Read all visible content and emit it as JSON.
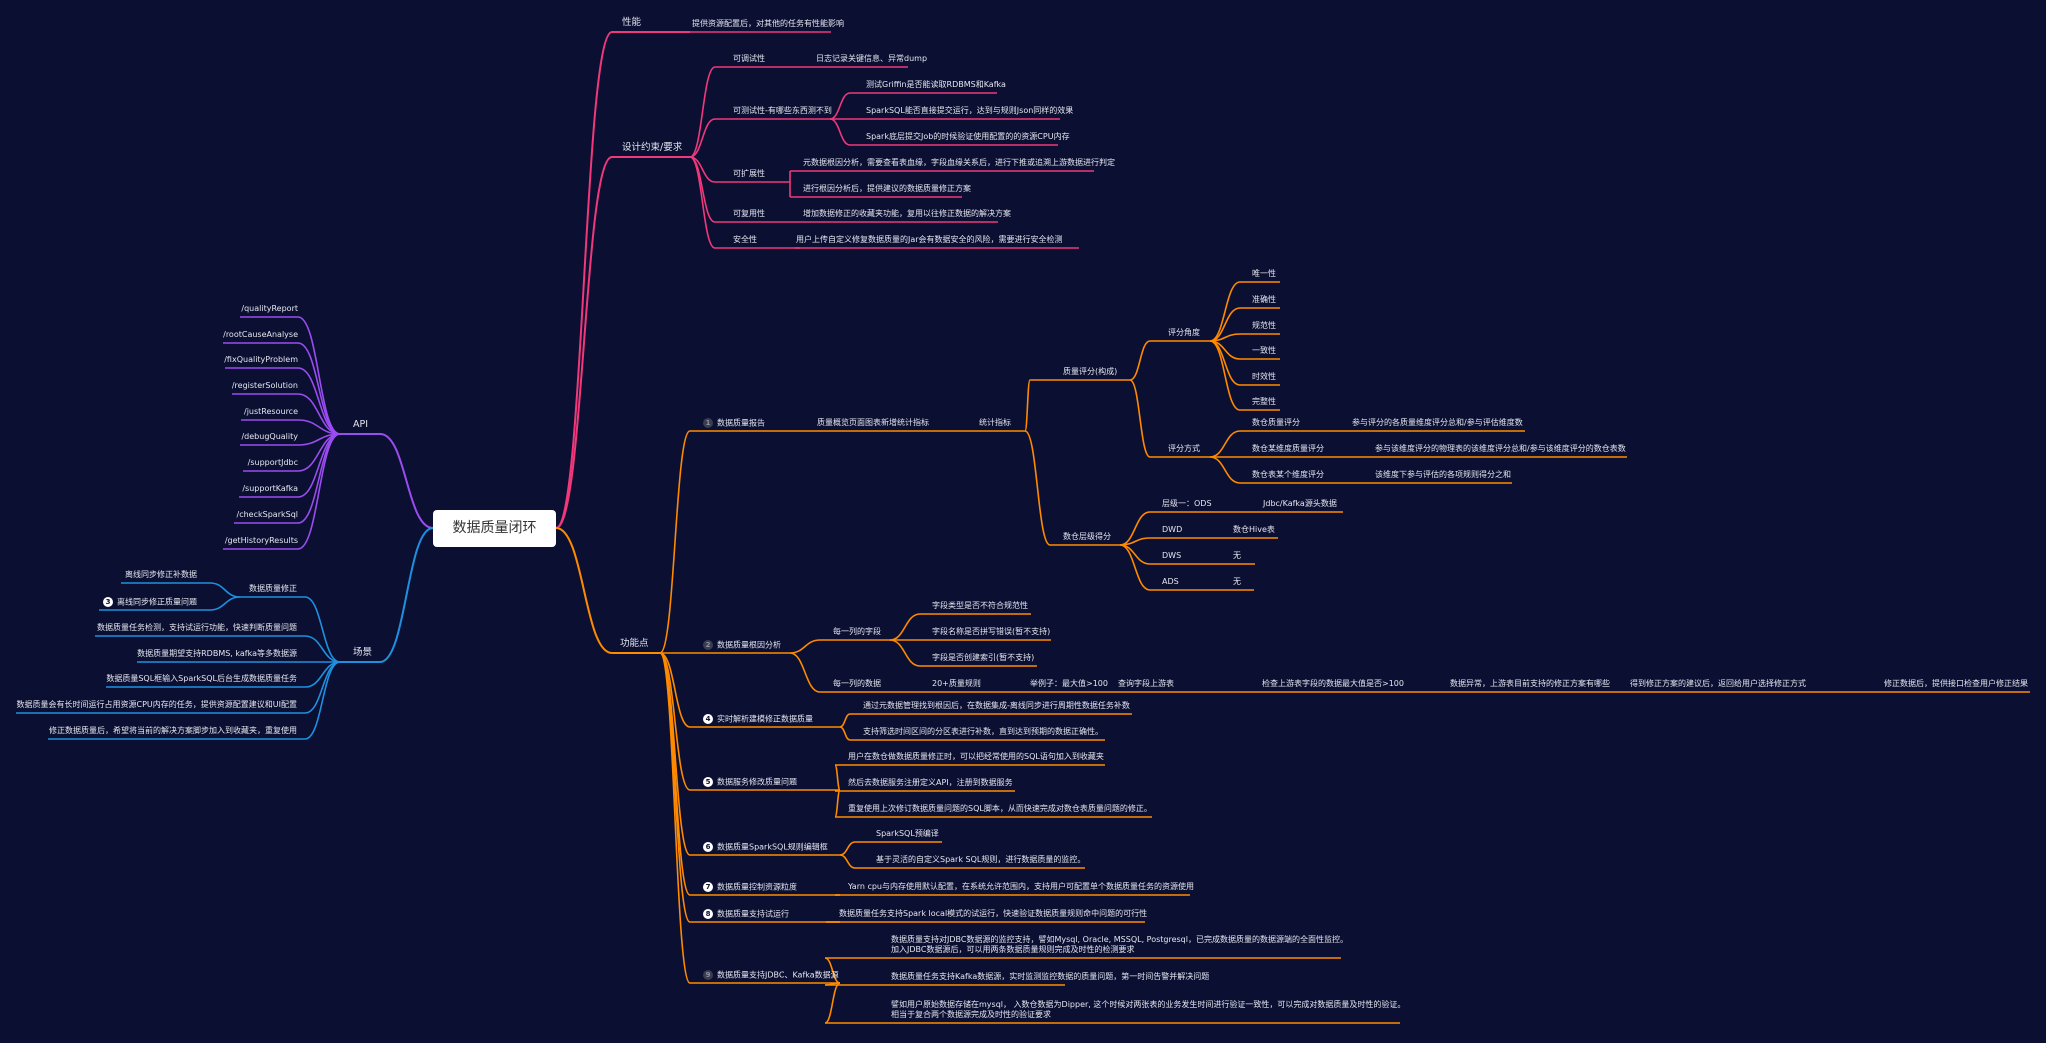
{
  "root": {
    "label": "数据质量闭环"
  },
  "colors": {
    "background": "#0b1033",
    "performance_branch": "#f0387a",
    "design_branch": "#f0387a",
    "api_branch": "#9b4cf0",
    "scenario_branch": "#1e90e0",
    "feature_branch": "#ff8a00"
  },
  "branches": {
    "performance": {
      "label": "性能",
      "children": [
        "提供资源配置后，对其他的任务有性能影响"
      ]
    },
    "design": {
      "label": "设计约束/要求",
      "debuggability": {
        "label": "可调试性",
        "detail": "日志记录关键信息、异常dump"
      },
      "testability": {
        "label": "可测试性-有哪些东西测不到",
        "items": [
          "测试Griffin是否能读取RDBMS和Kafka",
          "SparkSQL能否直接提交运行，达到与规则Json同样的效果",
          "Spark底层提交Job的时候验证使用配置的的资源CPU内存"
        ]
      },
      "extensibility": {
        "label": "可扩展性",
        "items": [
          "元数据根因分析，需要查看表血缘，字段血缘关系后，进行下推或追溯上游数据进行判定",
          "进行根因分析后，提供建议的数据质量修正方案"
        ]
      },
      "reusability": {
        "label": "可复用性",
        "detail": "增加数据修正的收藏夹功能，复用以往修正数据的解决方案"
      },
      "security": {
        "label": "安全性",
        "detail": "用户上传自定义修复数据质量的Jar会有数据安全的风险，需要进行安全检测"
      }
    },
    "api": {
      "label": "API",
      "items": [
        "/qualityReport",
        "/rootCauseAnalyse",
        "/fixQualityProblem",
        "/registerSolution",
        "/justResource",
        "/debugQuality",
        "/supportJdbc",
        "/supportKafka",
        "/checkSparkSql",
        "/getHistoryResults"
      ]
    },
    "scenario": {
      "label": "场景",
      "fix": {
        "label": "数据质量修正",
        "items": [
          "离线同步修正补数据",
          "离线同步修正质量问题"
        ],
        "badge": "3"
      },
      "items": [
        "数据质量任务检测，支持试运行功能，快速判断质量问题",
        "数据质量期望支持RDBMS, kafka等多数据源",
        "数据质量SQL框输入SparkSQL后台生成数据质量任务",
        "数据质量会有长时间运行占用资源CPU内存的任务，提供资源配置建议和UI配置",
        "修正数据质量后，希望将当前的解决方案脚步加入到收藏夹，重复使用"
      ]
    },
    "features": {
      "label": "功能点",
      "report": {
        "badge": "1",
        "label": "数据质量报告",
        "overview": "质量概览页面图表新增统计指标",
        "stats": "统计指标",
        "quality_score": {
          "label": "质量评分(构成)",
          "angles": {
            "label": "评分角度",
            "items": [
              "唯一性",
              "准确性",
              "规范性",
              "一致性",
              "时效性",
              "完整性"
            ]
          },
          "methods": {
            "label": "评分方式",
            "items": [
              {
                "name": "数仓质量评分",
                "desc": "参与评分的各质量维度评分总和/参与评估维度数"
              },
              {
                "name": "数仓某维度质量评分",
                "desc": "参与该维度评分的物理表的该维度评分总和/参与该维度评分的数仓表数"
              },
              {
                "name": "数仓表某个维度评分",
                "desc": "该维度下参与评估的各项规则得分之和"
              }
            ]
          }
        },
        "layer_score": {
          "label": "数仓层级得分",
          "items": [
            {
              "name": "层级一：ODS",
              "desc": "Jdbc/Kafka源头数据"
            },
            {
              "name": "DWD",
              "desc": "数仓Hive表"
            },
            {
              "name": "DWS",
              "desc": "无"
            },
            {
              "name": "ADS",
              "desc": "无"
            }
          ]
        }
      },
      "root_cause": {
        "badge": "2",
        "label": "数据质量根因分析",
        "fields": {
          "label": "每一列的字段",
          "items": [
            "字段类型是否不符合规范性",
            "字段名称是否拼写错误(暂不支持)",
            "字段是否创建索引(暂不支持)"
          ]
        },
        "data": {
          "label": "每一列的数据",
          "chain": [
            "20+质量规则",
            "举例子：最大值>100",
            "查询字段上游表",
            "检查上游表字段的数据最大值是否>100",
            "数据异常，上游表目前支持的修正方案有哪些",
            "得到修正方案的建议后，返回给用户选择修正方式",
            "修正数据后，提供接口检查用户修正结果"
          ]
        }
      },
      "realtime_fix": {
        "badge": "4",
        "label": "实时解析建模修正数据质量",
        "items": [
          "通过元数据管理找到根因后，在数据集成-离线同步进行周期性数据任务补数",
          "支持筛选时间区间的分区表进行补数，直到达到预期的数据正确性。"
        ]
      },
      "service_fix": {
        "badge": "5",
        "label": "数据服务修改质量问题",
        "items": [
          "用户在数仓做数据质量修正时，可以把经常使用的SQL语句加入到收藏夹",
          "然后去数据服务注册定义API，注册到数据服务",
          "重复使用上次修订数据质量问题的SQL脚本，从而快速完成对数仓表质量问题的修正。"
        ]
      },
      "sql_editor": {
        "badge": "6",
        "label": "数据质量SparkSQL规则编辑框",
        "items": [
          "SparkSQL预编译",
          "基于灵活的自定义Spark SQL规则，进行数据质量的监控。"
        ]
      },
      "resource": {
        "badge": "7",
        "label": "数据质量控制资源粒度",
        "items": [
          "Yarn cpu与内存使用默认配置，在系统允许范围内，支持用户可配置单个数据质量任务的资源使用"
        ]
      },
      "trial": {
        "badge": "8",
        "label": "数据质量支持试运行",
        "items": [
          "数据质量任务支持Spark local模式的试运行，快速验证数据质量规则命中问题的可行性"
        ]
      },
      "jdbc_kafka": {
        "badge": "9",
        "label": "数据质量支持JDBC、Kafka数据源",
        "items": [
          "数据质量支持对JDBC数据源的监控支持，譬如Mysql, Oracle, MSSQL, Postgresql，已完成数据质量的数据源端的全面性监控。\n加入JDBC数据源后，可以用两条数据质量规则完成及时性的检测要求",
          "数据质量任务支持Kafka数据源，实时监测监控数据的质量问题，第一时间告警并解决问题",
          "譬如用户原始数据存储在mysql， 入数仓数据为Dipper, 这个时候对两张表的业务发生时间进行验证一致性，可以完成对数据质量及时性的验证。\n相当于复合两个数据源完成及时性的验证要求"
        ]
      }
    }
  }
}
